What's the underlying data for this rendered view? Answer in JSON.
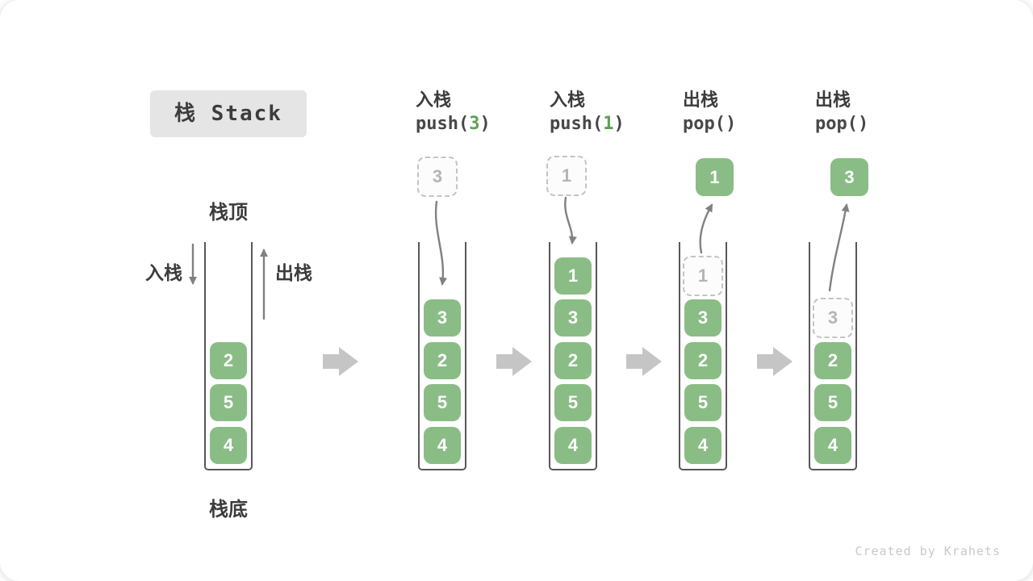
{
  "page": {
    "title_badge": "栈 Stack",
    "watermark": "Created by Krahets"
  },
  "labels": {
    "stack_top": "栈顶",
    "stack_bottom": "栈底",
    "push_side": "入栈",
    "pop_side": "出栈"
  },
  "colors": {
    "block_green": "#8abd85",
    "code_arg_green": "#5ba152",
    "label_dark": "#3c3c3c",
    "code_gray": "#474747",
    "wall_gray": "#585858",
    "line_arrow_gray": "#818181",
    "stage_arrow_gray": "#c5c5c5",
    "dashed_border": "#c4c4c4",
    "dashed_text": "#b5b5b5",
    "badge_bg": "#e5e5e5"
  },
  "stages": [
    {
      "name": "initial-stack",
      "operation": null,
      "floating": null,
      "blocks": [
        {
          "value": "2",
          "slot": 2,
          "style": "solid"
        },
        {
          "value": "5",
          "slot": 3,
          "style": "solid"
        },
        {
          "value": "4",
          "slot": 4,
          "style": "solid"
        }
      ]
    },
    {
      "name": "push-3",
      "operation": {
        "label": "入栈",
        "code": [
          {
            "text": "push("
          },
          {
            "text": "3",
            "highlight": true
          },
          {
            "text": ")"
          }
        ]
      },
      "floating": {
        "value": "3",
        "style": "dashed"
      },
      "blocks": [
        {
          "value": "3",
          "slot": 1,
          "style": "solid"
        },
        {
          "value": "2",
          "slot": 2,
          "style": "solid"
        },
        {
          "value": "5",
          "slot": 3,
          "style": "solid"
        },
        {
          "value": "4",
          "slot": 4,
          "style": "solid"
        }
      ]
    },
    {
      "name": "push-1",
      "operation": {
        "label": "入栈",
        "code": [
          {
            "text": "push("
          },
          {
            "text": "1",
            "highlight": true
          },
          {
            "text": ")"
          }
        ]
      },
      "floating": {
        "value": "1",
        "style": "dashed"
      },
      "blocks": [
        {
          "value": "1",
          "slot": 0,
          "style": "solid"
        },
        {
          "value": "3",
          "slot": 1,
          "style": "solid"
        },
        {
          "value": "2",
          "slot": 2,
          "style": "solid"
        },
        {
          "value": "5",
          "slot": 3,
          "style": "solid"
        },
        {
          "value": "4",
          "slot": 4,
          "style": "solid"
        }
      ]
    },
    {
      "name": "pop-first",
      "operation": {
        "label": "出栈",
        "code": [
          {
            "text": "pop()"
          }
        ]
      },
      "floating": {
        "value": "1",
        "style": "solid"
      },
      "blocks": [
        {
          "value": "1",
          "slot": 0,
          "style": "dashed"
        },
        {
          "value": "3",
          "slot": 1,
          "style": "solid"
        },
        {
          "value": "2",
          "slot": 2,
          "style": "solid"
        },
        {
          "value": "5",
          "slot": 3,
          "style": "solid"
        },
        {
          "value": "4",
          "slot": 4,
          "style": "solid"
        }
      ]
    },
    {
      "name": "pop-second",
      "operation": {
        "label": "出栈",
        "code": [
          {
            "text": "pop()"
          }
        ]
      },
      "floating": {
        "value": "3",
        "style": "solid"
      },
      "blocks": [
        {
          "value": "3",
          "slot": 1,
          "style": "dashed"
        },
        {
          "value": "2",
          "slot": 2,
          "style": "solid"
        },
        {
          "value": "5",
          "slot": 3,
          "style": "solid"
        },
        {
          "value": "4",
          "slot": 4,
          "style": "solid"
        }
      ]
    }
  ]
}
